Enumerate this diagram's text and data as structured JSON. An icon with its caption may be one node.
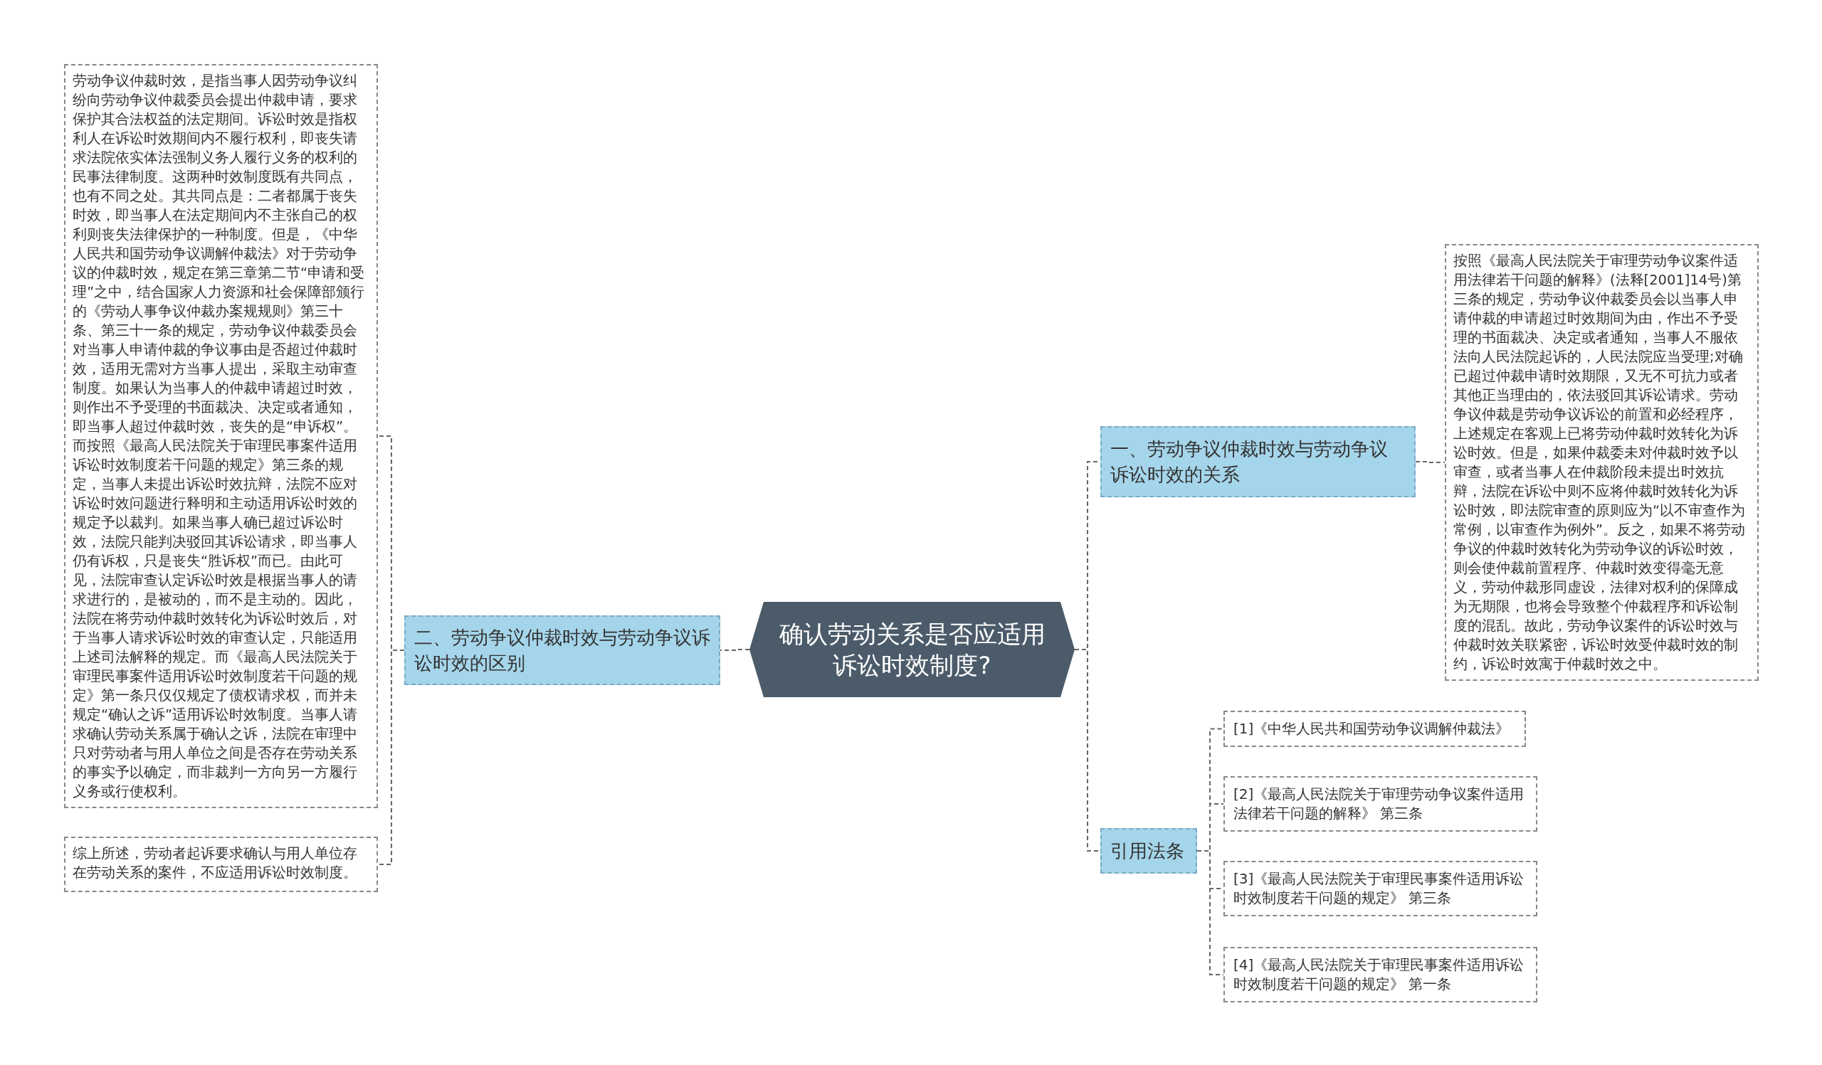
{
  "diagram": {
    "nodes": [
      {
        "text": [
          "确认劳动关系是否应适用诉讼时效制度?"
        ]
      },
      {
        "text": [
          "一、劳动争议仲裁时效与劳动争议诉讼时效的关系"
        ]
      },
      {
        "text": [
          "按照《最高人民法院关于审理劳动争议案件适用法律若干问题的解释》(法释[2001]14号)第三条的规定，劳动争议仲裁委员会以当事人申请仲裁的申请超过时效期间为由，作出不予受理的书面裁决、决定或者通知，当事人不服依法向人民法院起诉的，人民法院应当受理;对确已超过仲裁申请时效期限，又无不可抗力或者其他正当理由的，依法驳回其诉讼请求。劳动争议仲裁是劳动争议诉讼的前置和必经程序，上述规定在客观上已将劳动仲裁时效转化为诉讼时效。但是，如果仲裁委未对仲裁时效予以审查，或者当事人在仲裁阶段未提出时效抗辩，法院在诉讼中则不应将仲裁时效转化为诉讼时效，即法院审查的原则应为“以不审查作为常例，以审查作为例外”。反之，如果不将劳动争议的仲裁时效转化为劳动争议的诉讼时效，则会使仲裁前置程序、仲裁时效变得毫无意义，劳动仲裁形同虚设，法律对权利的保障成为无期限，也将会导致整个仲裁程序和诉讼制度的混乱。故此，劳动争议案件的诉讼时效与仲裁时效关联紧密，诉讼时效受仲裁时效的制约，诉讼时效寓于仲裁时效之中。"
        ]
      },
      {
        "text": [
          "二、劳动争议仲裁时效与劳动争议诉讼时效的区别"
        ]
      },
      {
        "text": [
          "劳动争议仲裁时效，是指当事人因劳动争议纠纷向劳动争议仲裁委员会提出仲裁申请，要求保护其合法权益的法定期间。诉讼时效是指权利人在诉讼时效期间内不履行权利，即丧失请求法院依实体法强制义务人履行义务的权利的民事法律制度。这两种时效制度既有共同点，也有不同之处。其共同点是：二者都属于丧失时效，即当事人在法定期间内不主张自己的权利则丧失法律保护的一种制度。但是，《中华人民共和国劳动争议调解仲裁法》对于劳动争议的仲裁时效，规定在第三章第二节“申请和受理”之中，结合国家人力资源和社会保障部颁行的《劳动人事争议仲裁办案规规则》第三十条、第三十一条的规定，劳动争议仲裁委员会对当事人申请仲裁的争议事由是否超过仲裁时效，适用无需对方当事人提出，采取主动审查制度。如果认为当事人的仲裁申请超过时效，则作出不予受理的书面裁决、决定或者通知，即当事人超过仲裁时效，丧失的是“申诉权”。而按照《最高人民法院关于审理民事案件适用诉讼时效制度若干问题的规定》第三条的规定，当事人未提出诉讼时效抗辩，法院不应对诉讼时效问题进行释明和主动适用诉讼时效的规定予以裁判。如果当事人确已超过诉讼时效，法院只能判决驳回其诉讼请求，即当事人仍有诉权，只是丧失“胜诉权”而已。由此可见，法院审查认定诉讼时效是根据当事人的请求进行的，是被动的，而不是主动的。因此，法院在将劳动仲裁时效转化为诉讼时效后，对于当事人请求诉讼时效的审查认定，只能适用上述司法解释的规定。而《最高人民法院关于审理民事案件适用诉讼时效制度若干问题的规定》第一条只仅仅规定了债权请求权，而并未规定“确认之诉”适用诉讼时效制度。当事人请求确认劳动关系属于确认之诉，法院在审理中只对劳动者与用人单位之间是否存在劳动关系的事实予以确定，而非裁判一方向另一方履行义务或行使权利。"
        ]
      },
      {
        "text": [
          "综上所述，劳动者起诉要求确认与用人单位存在劳动关系的案件，不应适用诉讼时效制度。"
        ]
      },
      {
        "text": [
          "引用法条"
        ]
      },
      {
        "text": [
          "[1]《中华人民共和国劳动争议调解仲裁法》"
        ]
      },
      {
        "text": [
          "[2]《最高人民法院关于审理劳动争议案件适用法律若干问题的解释》 第三条"
        ]
      },
      {
        "text": [
          "[3]《最高人民法院关于审理民事案件适用诉讼时效制度若干问题的规定》 第三条"
        ]
      },
      {
        "text": [
          "[4]《最高人民法院关于审理民事案件适用诉讼时效制度若干问题的规定》 第一条"
        ]
      }
    ],
    "edges": [
      {
        "from": 0,
        "to": 1,
        "arrow": "none"
      },
      {
        "from": 1,
        "to": 2,
        "arrow": "none"
      },
      {
        "from": 0,
        "to": 3,
        "arrow": "none"
      },
      {
        "from": 3,
        "to": 4,
        "arrow": "none"
      },
      {
        "from": 3,
        "to": 5,
        "arrow": "none"
      },
      {
        "from": 0,
        "to": 6,
        "arrow": "none"
      },
      {
        "from": 6,
        "to": 7,
        "arrow": "none"
      },
      {
        "from": 6,
        "to": 8,
        "arrow": "none"
      },
      {
        "from": 6,
        "to": 9,
        "arrow": "none"
      },
      {
        "from": 6,
        "to": 10,
        "arrow": "none"
      }
    ]
  }
}
